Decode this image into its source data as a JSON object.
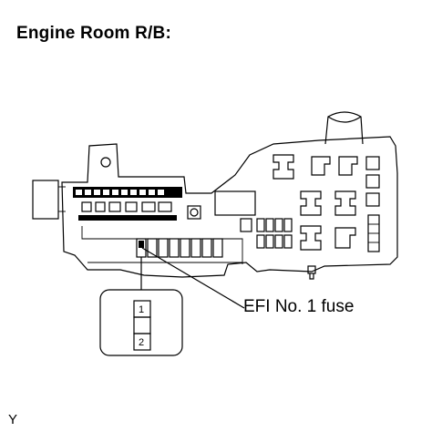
{
  "title": "Engine Room R/B:",
  "callout": {
    "label": "EFI No. 1 fuse",
    "terminals": [
      "1",
      "2"
    ]
  },
  "figure_code": "Y"
}
